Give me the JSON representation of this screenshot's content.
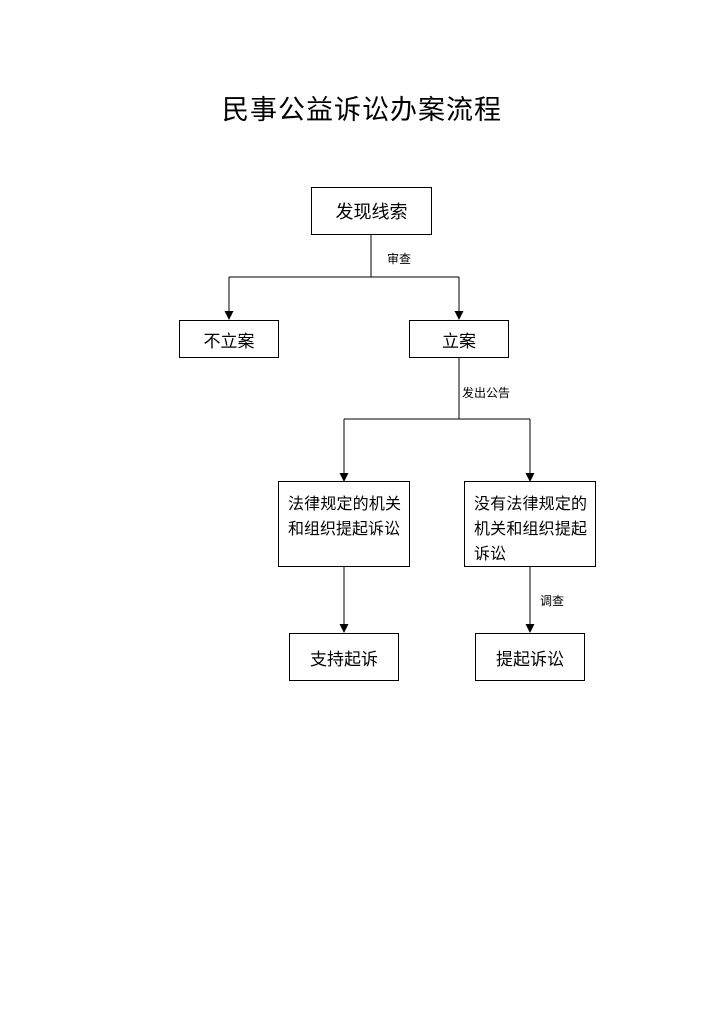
{
  "title": "民事公益诉讼办案流程",
  "nodes": {
    "discover": "发现线索",
    "not_filed": "不立案",
    "filed": "立案",
    "legal_org": "法律规定的机关和组织提起诉讼",
    "no_legal_org": "没有法律规定的机关和组织提起诉讼",
    "support_suit": "支持起诉",
    "file_suit": "提起诉讼"
  },
  "edges": {
    "review": "审查",
    "announce": "发出公告",
    "investigate": "调查"
  },
  "line_color": "#000000"
}
